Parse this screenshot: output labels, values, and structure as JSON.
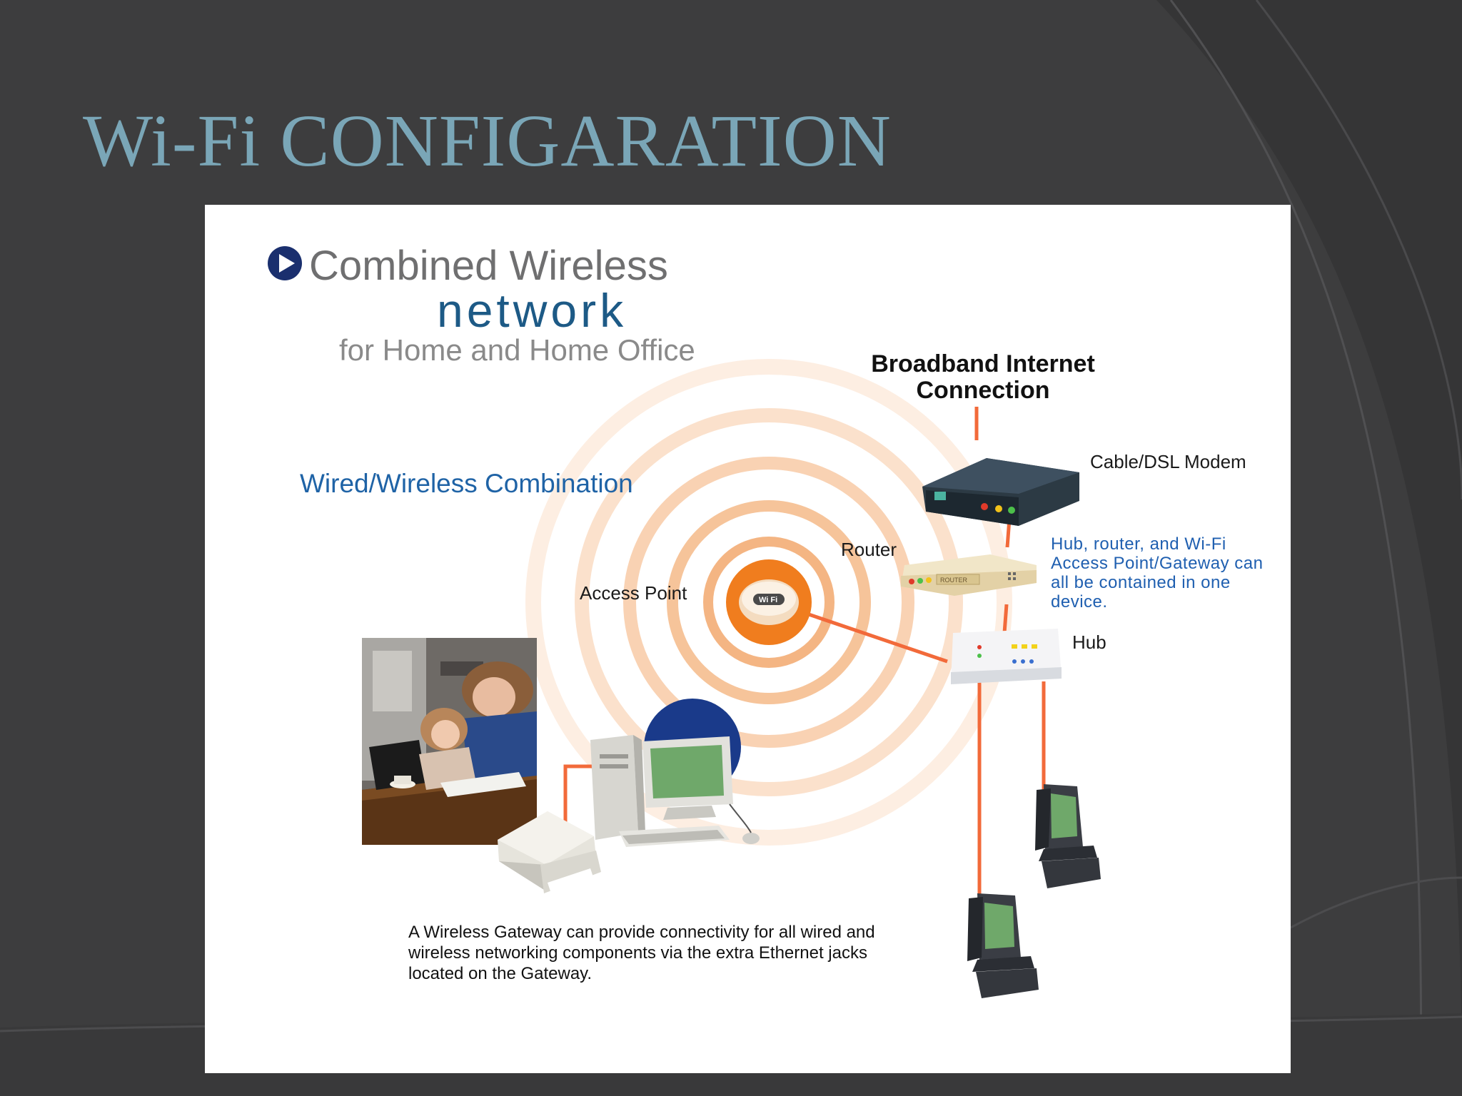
{
  "slide": {
    "title": "Wi-Fi CONFIGARATION"
  },
  "diagram": {
    "heading_line1": "Combined Wireless",
    "heading_line2": "network",
    "heading_line3": "for Home and Home Office",
    "subheading": "Wired/Wireless Combination",
    "broadband_label": "Broadband Internet Connection",
    "modem_label": "Cable/DSL Modem",
    "router_label": "Router",
    "router_device_text": "ROUTER",
    "access_point_label": "Access Point",
    "wifi_badge": "Wi Fi",
    "hub_label": "Hub",
    "hub_note": "Hub, router, and Wi-Fi Access Point/Gateway can all be contained in one device.",
    "gateway_note": "A Wireless Gateway can provide connectivity for all wired and wireless networking components via the extra Ethernet jacks located on the Gateway."
  },
  "colors": {
    "slide_background": "#3d3d3e",
    "title": "#7aa6b7",
    "network_text": "#1d5a86",
    "link_lines": "#f26a3a",
    "note_text": "#1f5fb0",
    "screen_green": "#6fa86a"
  }
}
